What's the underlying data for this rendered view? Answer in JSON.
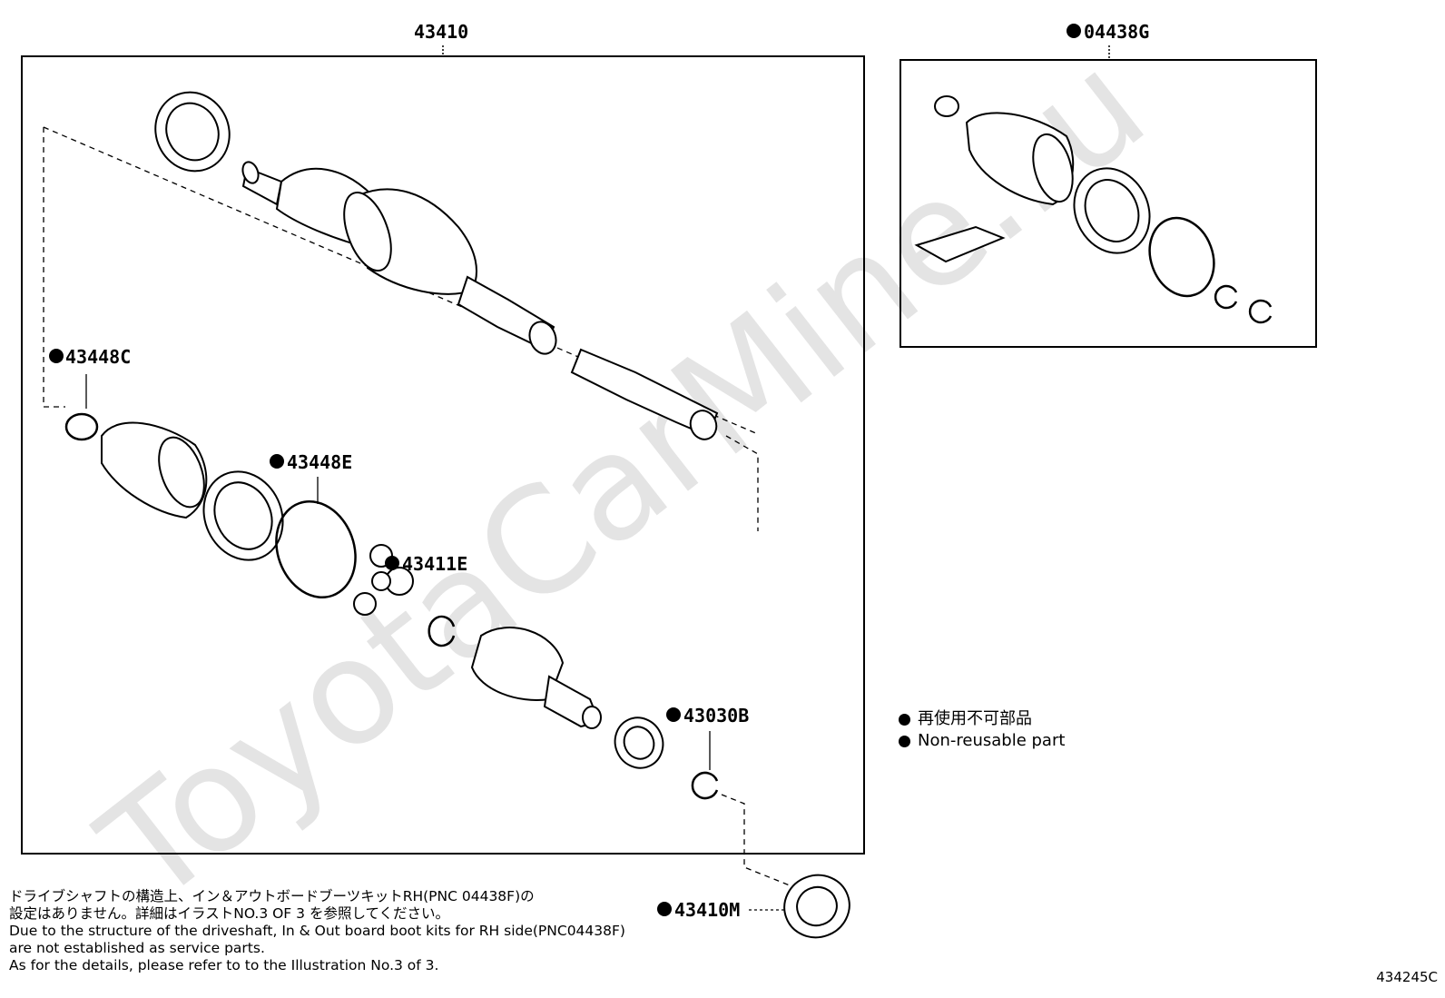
{
  "watermark": "ToyotaCarMine.ru",
  "labels": {
    "main_assembly": "43410",
    "boot_kit": "04438G",
    "band_small": "43448C",
    "band_large": "43448E",
    "tripod": "43411E",
    "snap_ring": "43030B",
    "seal": "43410M"
  },
  "legend": {
    "jp": "再使用不可部品",
    "en": "Non-reusable part"
  },
  "note": {
    "jp_line1": "ドライブシャフトの構造上、イン＆アウトボードブーツキットRH(PNC 04438F)の",
    "jp_line2": "設定はありません。詳細はイラストNO.3 OF 3 を参照してください。",
    "en_line1": "Due to the structure of the driveshaft, In & Out board  boot kits for RH side(PNC04438F)",
    "en_line2": "are not established as service parts.",
    "en_line3": "As for the details, please refer to to the Illustration No.3 of 3."
  },
  "illustration_code": "434245C",
  "icons": [
    "part-marker-dot-icon"
  ]
}
